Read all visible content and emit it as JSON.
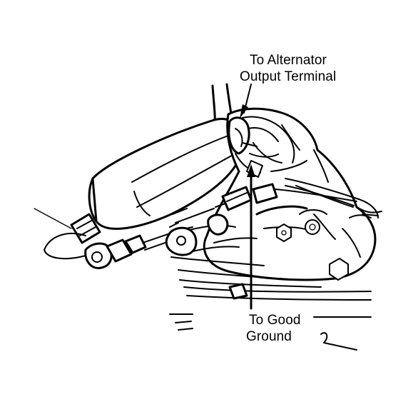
{
  "callouts": {
    "alternator_terminal": {
      "line1": "To Alternator",
      "line2": "Output Terminal"
    },
    "good_ground": {
      "line1": "To Good",
      "line2": "Ground"
    }
  },
  "colors": {
    "ink": "#000000",
    "paper": "#ffffff"
  }
}
